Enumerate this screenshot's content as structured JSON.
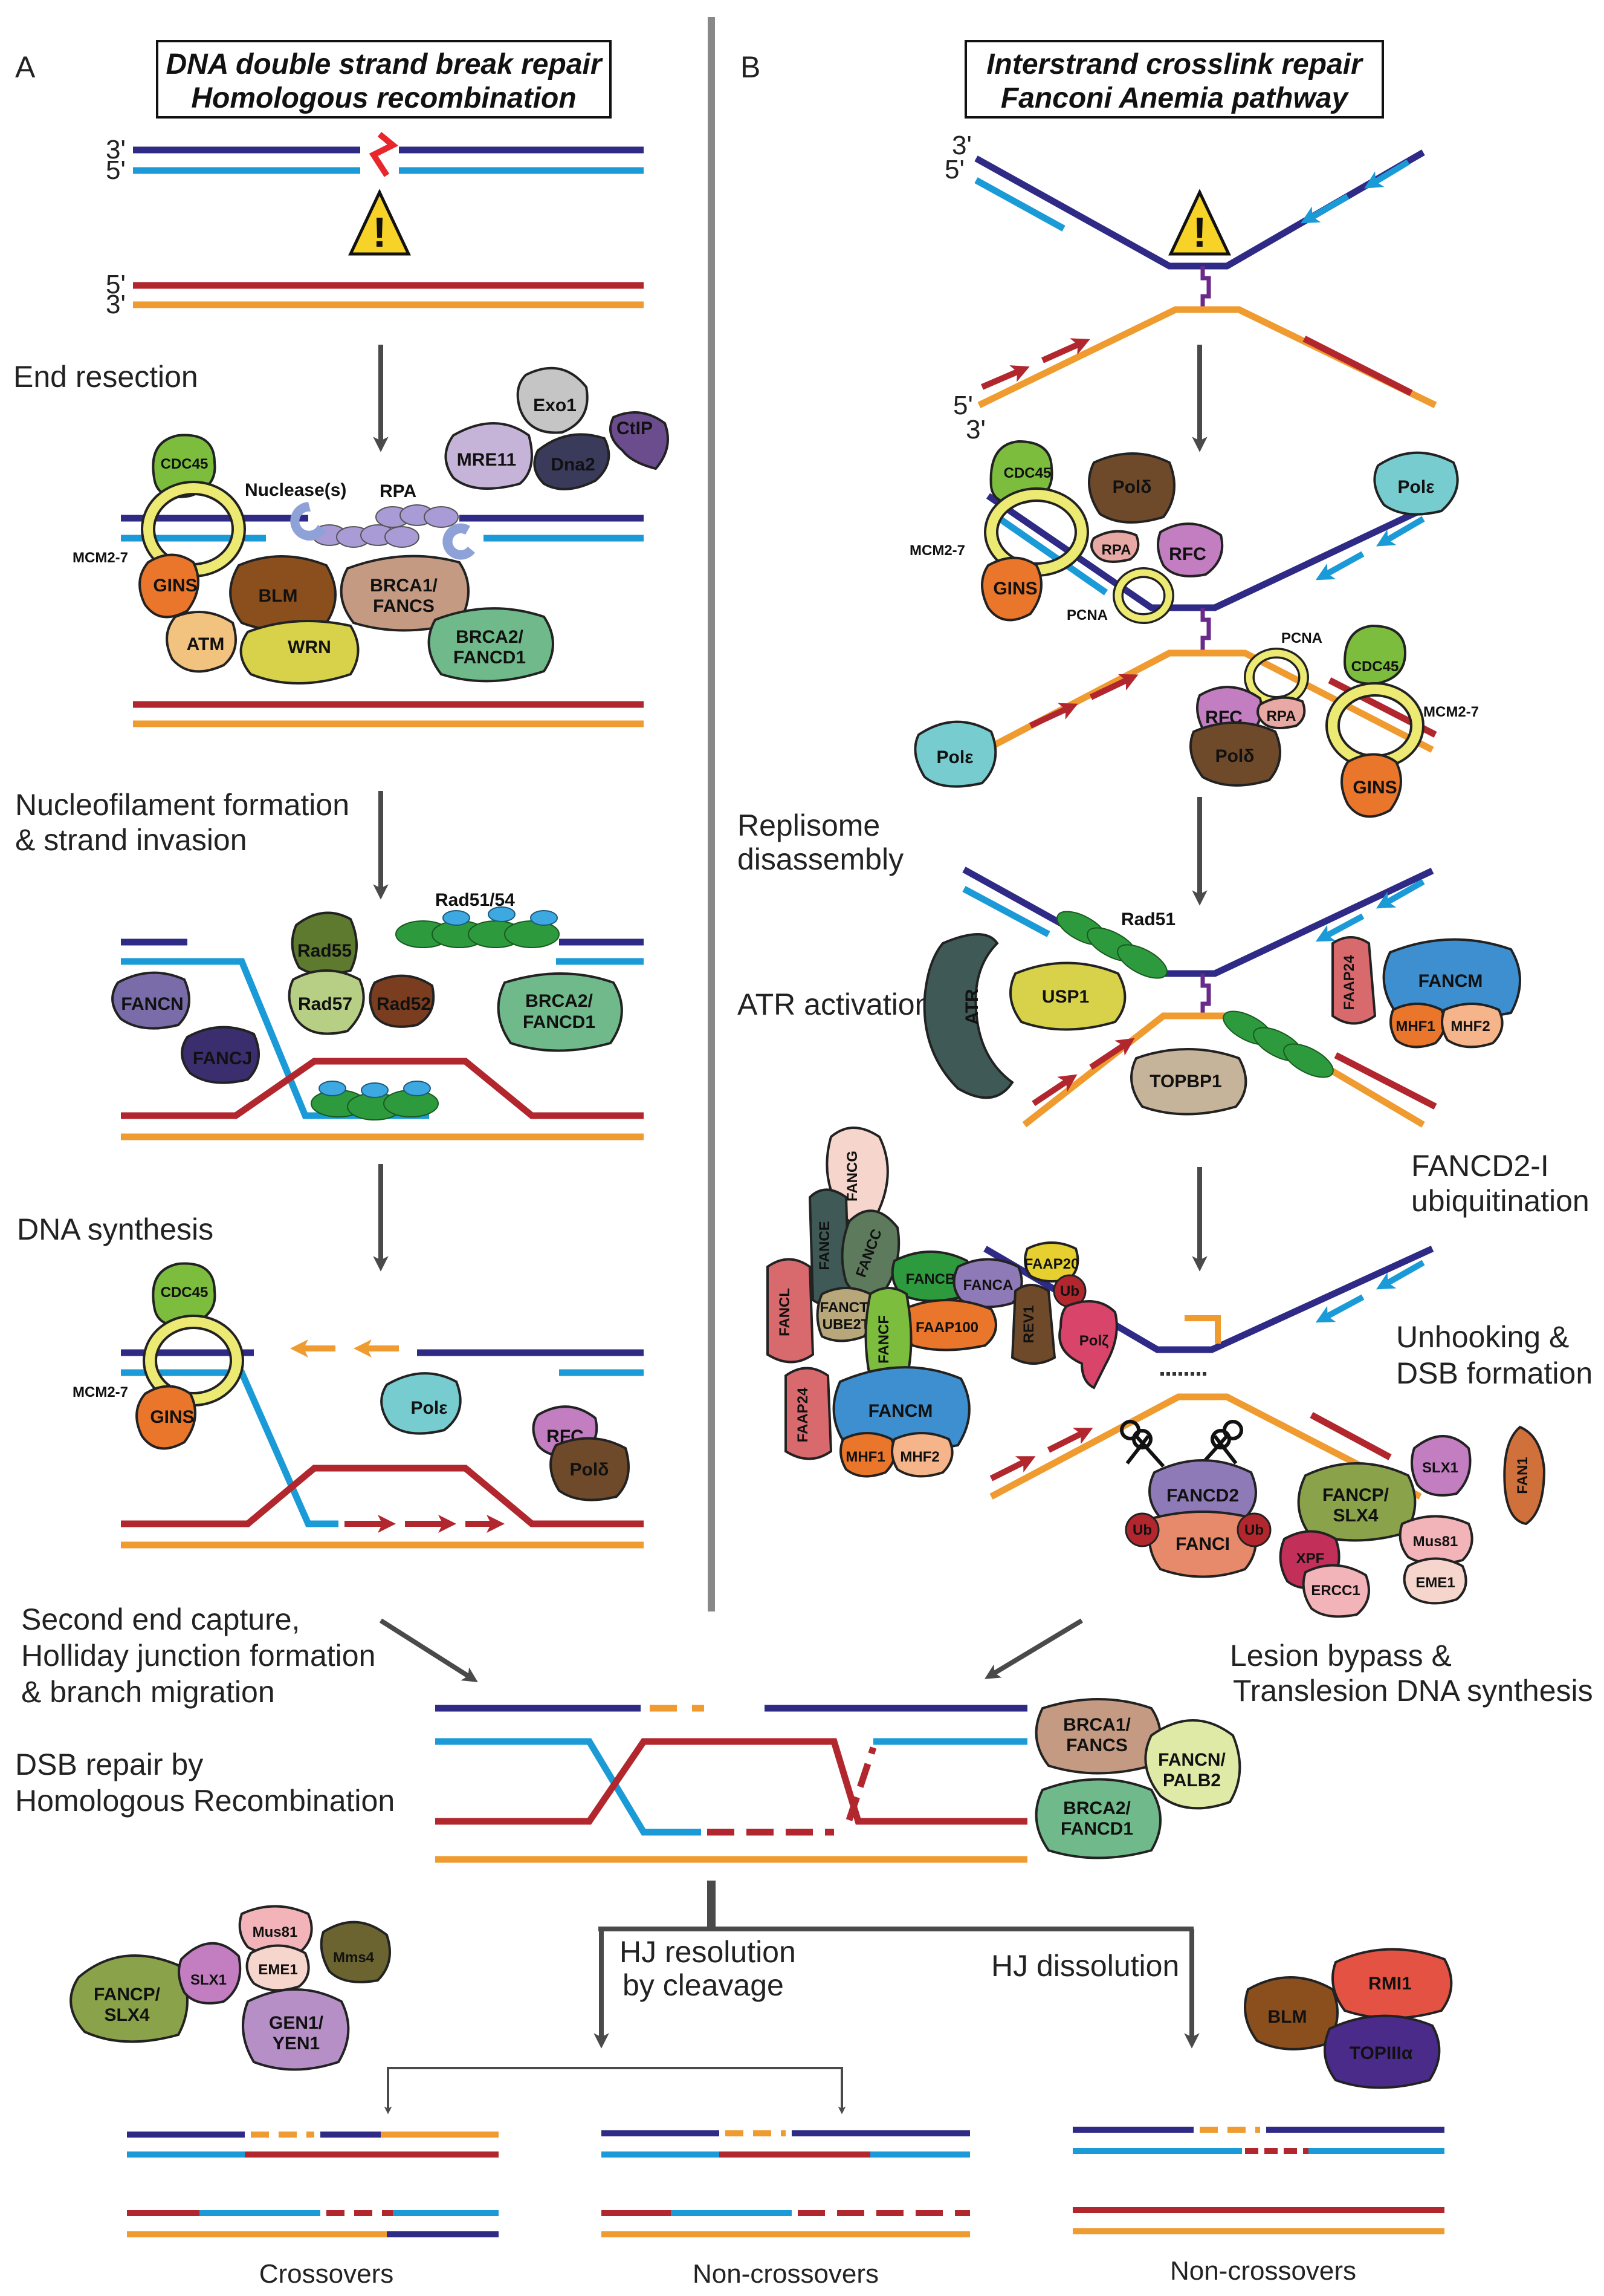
{
  "panel_a": {
    "letter": "A",
    "title_line1": "DNA double strand break repair",
    "title_line2": "Homologous recombination",
    "step_end_resection": "End resection",
    "step_nucleofilament_1": "Nucleofilament formation",
    "step_nucleofilament_2": "& strand invasion",
    "step_dna_synthesis": "DNA synthesis",
    "step_second_end_1": "Second end capture,",
    "step_second_end_2": "Holliday junction formation",
    "step_second_end_3": "& branch migration",
    "step_dsb_repair_1": "DSB repair by",
    "step_dsb_repair_2": "Homologous Recombination",
    "label_3prime_top": "3'",
    "label_5prime_top": "5'",
    "label_5prime_bottom": "5'",
    "label_3prime_bottom": "3'",
    "nuclease_label": "Nuclease(s)",
    "rpa_label": "RPA",
    "rad5154_label": "Rad51/54",
    "mcm_label": "MCM2-7"
  },
  "panel_b": {
    "letter": "B",
    "title_line1": "Interstrand crosslink repair",
    "title_line2": "Fanconi Anemia pathway",
    "step_replisome_1": "Replisome",
    "step_replisome_2": "disassembly",
    "step_atr": "ATR activation",
    "step_fancd2_1": "FANCD2-I",
    "step_fancd2_2": "ubiquitination",
    "step_unhooking_1": "Unhooking &",
    "step_unhooking_2": "DSB formation",
    "step_lesion_1": "Lesion bypass &",
    "step_lesion_2": "Translesion DNA synthesis",
    "label_3prime": "3'",
    "label_5prime": "5'",
    "label_5prime_b": "5'",
    "label_3prime_b": "3'",
    "pcna_label": "PCNA",
    "rad51_label": "Rad51",
    "mcm_label": "MCM2-7"
  },
  "resolution": {
    "hj_cleavage_1": "HJ resolution",
    "hj_cleavage_2": "by cleavage",
    "hj_dissolution": "HJ dissolution",
    "crossovers": "Crossovers",
    "non_crossovers_1": "Non-crossovers",
    "non_crossovers_2": "Non-crossovers"
  },
  "proteins": {
    "cdc45": "CDC45",
    "gins": "GINS",
    "blm": "BLM",
    "atm": "ATM",
    "wrn": "WRN",
    "mre11": "MRE11",
    "exo1": "Exo1",
    "dna2": "Dna2",
    "ctip": "CtIP",
    "brca1_fancs_l1": "BRCA1/",
    "brca1_fancs_l2": "FANCS",
    "brca2_fancd1_l1": "BRCA2/",
    "brca2_fancd1_l2": "FANCD1",
    "rad55": "Rad55",
    "rad57": "Rad57",
    "rad52": "Rad52",
    "fancn": "FANCN",
    "fancj": "FANCJ",
    "pol_eps": "Polε",
    "rfc": "RFC",
    "pol_delta": "Polδ",
    "rpa": "RPA",
    "usp1": "USP1",
    "atr": "ATR",
    "topbp1": "TOPBP1",
    "faap24": "FAAP24",
    "fancm": "FANCM",
    "mhf1": "MHF1",
    "mhf2": "MHF2",
    "fancg": "FANCG",
    "fance": "FANCE",
    "fancc": "FANCC",
    "fancl": "FANCL",
    "fanct_l1": "FANCT/",
    "fanct_l2": "UBE2T",
    "fancb": "FANCB",
    "fanca": "FANCA",
    "faap20": "FAAP20",
    "faap100": "FAAP100",
    "fancf": "FANCF",
    "rev1": "REV1",
    "ub": "Ub",
    "pol_zeta": "Polζ",
    "fancd2": "FANCD2",
    "fanci": "FANCI",
    "fancp_slx4_l1": "FANCP/",
    "fancp_slx4_l2": "SLX4",
    "slx1": "SLX1",
    "fan1": "FAN1",
    "xpf": "XPF",
    "ercc1": "ERCC1",
    "mus81": "Mus81",
    "eme1": "EME1",
    "fancn_palb2_l1": "FANCN/",
    "fancn_palb2_l2": "PALB2",
    "mms4": "Mms4",
    "gen1_l1": "GEN1/",
    "gen1_l2": "YEN1",
    "rmi1": "RMI1",
    "topiiia": "TOPIIIα"
  },
  "colors": {
    "navy": "#2e2a86",
    "cyan": "#1a9bd7",
    "red": "#b2262e",
    "orange": "#ef9b2f",
    "gray": "#4a4a4a"
  }
}
